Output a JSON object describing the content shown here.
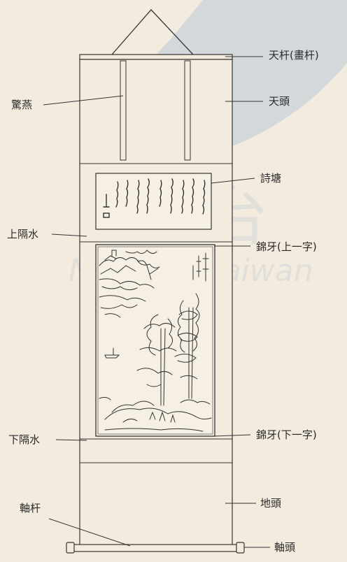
{
  "diagram": {
    "labels": {
      "tian_gan": "天杆(畫杆)",
      "jing_yan": "驚燕",
      "tian_tou": "天頭",
      "shi_tang": "詩塘",
      "shang_ge_shui": "上隔水",
      "jin_ya_top": "錦牙(上一字)",
      "jin_ya_bottom": "錦牙(下一字)",
      "xia_ge_shui": "下隔水",
      "zhou_gan": "軸杆",
      "di_tou": "地頭",
      "zhou_tou": "軸頭"
    },
    "watermark": {
      "line1": "國立台",
      "line2": "National Taiwan"
    }
  }
}
